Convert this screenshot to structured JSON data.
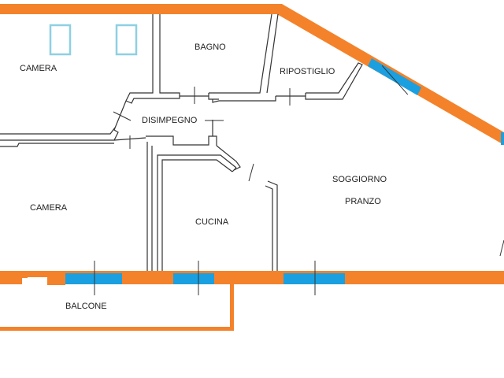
{
  "colors": {
    "exterior_wall": "#f4822a",
    "window": "#1aa0e0",
    "skylight": "#8ed0e2",
    "interior_wall": "#333333"
  },
  "rooms": {
    "camera_top": "CAMERA",
    "bagno": "BAGNO",
    "ripostiglio": "RIPOSTIGLIO",
    "disimpegno": "DISIMPEGNO",
    "camera_bottom": "CAMERA",
    "cucina": "CUCINA",
    "soggiorno": "SOGGIORNO",
    "pranzo": "PRANZO",
    "balcone": "BALCONE"
  }
}
